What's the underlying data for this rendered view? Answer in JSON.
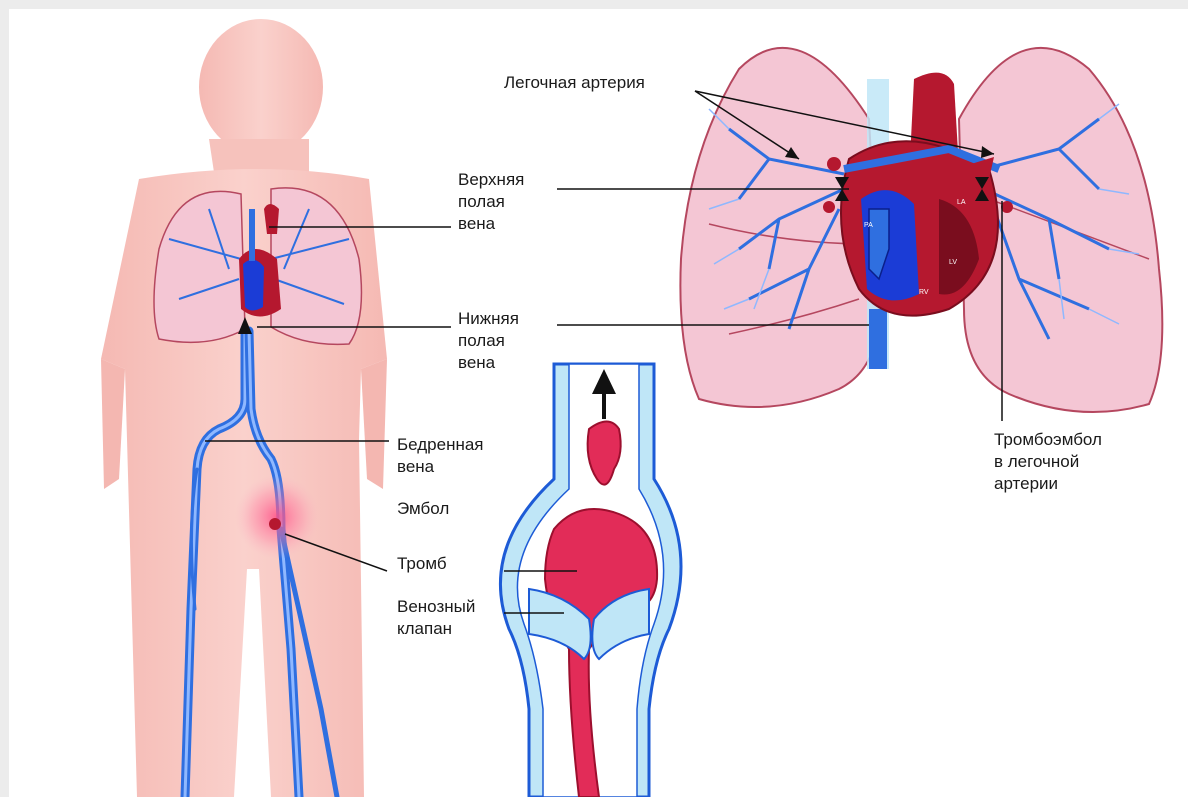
{
  "labels": {
    "pulmonary_artery": "Легочная артерия",
    "superior_vena_cava": "Верхняя\nполая\nвена",
    "inferior_vena_cava": "Нижняя\nполая\nвена",
    "femoral_vein": "Бедренная\nвена",
    "embolus": "Эмбол",
    "thrombus": "Тромб",
    "venous_valve": "Венозный\nклапан",
    "thromboembolus": "Тромбоэмбол\nв легочной\nартерии"
  },
  "heart_chamber_labels": {
    "pa": "PA",
    "la": "LA",
    "rv": "RV",
    "lv": "LV"
  },
  "colors": {
    "body": "#f7c4bf",
    "lung_fill": "#f4c6d4",
    "lung_outline": "#b5475f",
    "vein": "#2f6fe0",
    "vein_dark": "#1b3cd6",
    "artery": "#b5182f",
    "clot": "#e22c58",
    "vessel_wall": "#bfe6f7",
    "vessel_outline": "#1d5bd6"
  }
}
